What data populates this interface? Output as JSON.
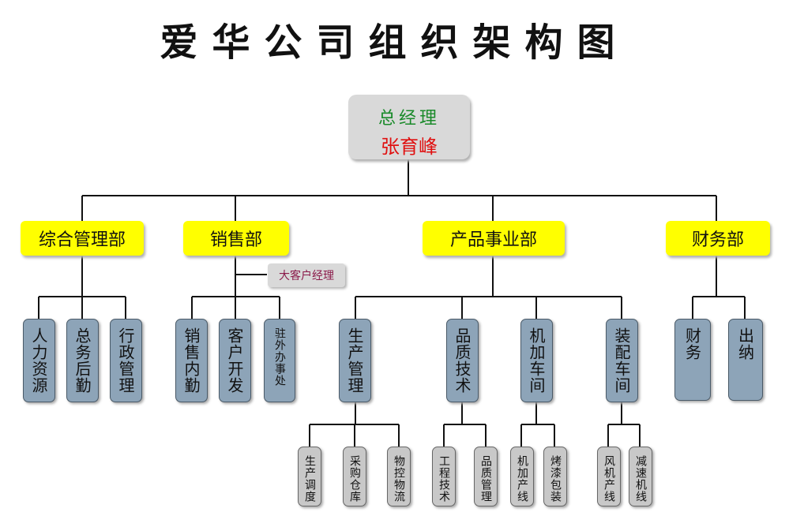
{
  "title": "爱华公司组织架构图",
  "ceo": {
    "role": "总经理",
    "name": "张育峰"
  },
  "departments": {
    "admin": "综合管理部",
    "sales": "销售部",
    "product": "产品事业部",
    "finance": "财务部"
  },
  "key_account": "大客户经理",
  "units": {
    "hr": "人力资源",
    "logistics": "总务后勤",
    "administration": "行政管理",
    "sales_internal": "销售内勤",
    "customer_dev": "客户开发",
    "field_office": "驻外办事处",
    "production_mgmt": "生产管理",
    "quality_tech": "品质技术",
    "machining_shop": "机加车间",
    "assembly_shop": "装配车间",
    "accounting": "财务",
    "cashier": "出纳"
  },
  "subunits": {
    "scheduling": "生产调度",
    "purchasing": "采购仓库",
    "material_control": "物控物流",
    "engineering": "工程技术",
    "quality_mgmt": "品质管理",
    "machining_line": "机加产线",
    "painting": "烤漆包装",
    "fan_line": "风机产线",
    "reducer_line": "减速机线"
  },
  "colors": {
    "dept_fill": "#ffff00",
    "unit_fill": "#8da4b8",
    "ceo_fill": "#d9d9d9",
    "ceo_role": "#1a8a2a",
    "ceo_name": "#e01010",
    "key_account_text": "#8b1a4a"
  }
}
